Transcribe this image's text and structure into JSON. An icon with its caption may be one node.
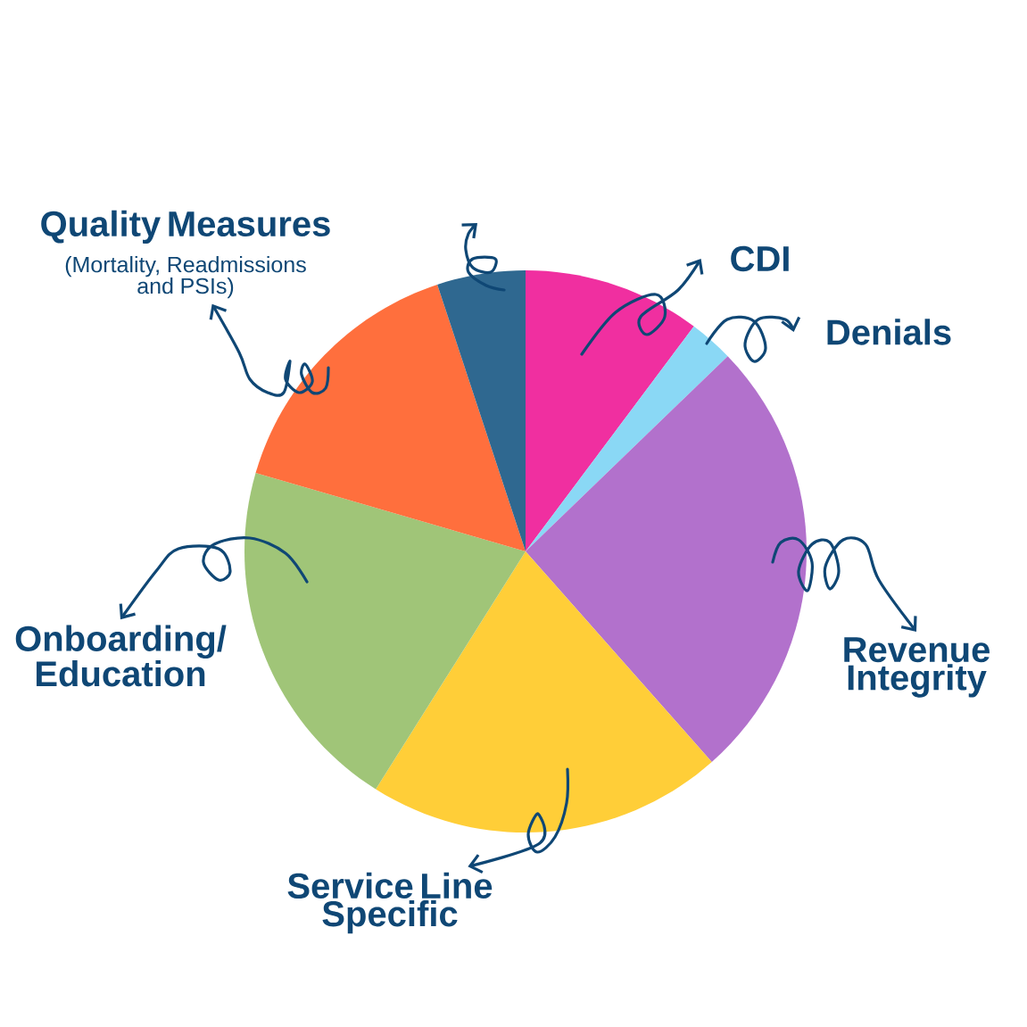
{
  "diagram": {
    "nodes": [
      {
        "text": [
          "Quality Measures",
          "(Mortality, Readmissions and PSIs)"
        ]
      },
      {
        "text": [
          "CDI"
        ]
      },
      {
        "text": [
          "Denials"
        ]
      },
      {
        "text": [
          "Onboarding/ Education"
        ]
      },
      {
        "text": [
          "Revenue Integrity"
        ]
      },
      {
        "text": [
          "Service Line Specific"
        ]
      },
      {
        "text": [],
        "shape": "wedge"
      },
      {
        "text": [],
        "shape": "wedge"
      },
      {
        "text": [],
        "shape": "wedge"
      },
      {
        "text": [],
        "shape": "wedge"
      },
      {
        "text": [],
        "shape": "wedge"
      },
      {
        "text": [],
        "shape": "wedge"
      },
      {
        "text": [],
        "shape": "wedge"
      }
    ],
    "edges": [
      {
        "from": 6,
        "to": 1,
        "arrow": "to"
      },
      {
        "from": 7,
        "to": 2,
        "arrow": "to"
      },
      {
        "from": 8,
        "to": 4,
        "arrow": "to"
      },
      {
        "from": 9,
        "to": 5,
        "arrow": "to"
      },
      {
        "from": 10,
        "to": 3,
        "arrow": "to"
      },
      {
        "from": 11,
        "to": 0,
        "arrow": "to"
      },
      {
        "from": 12,
        "to": null,
        "arrow": "to"
      }
    ]
  }
}
